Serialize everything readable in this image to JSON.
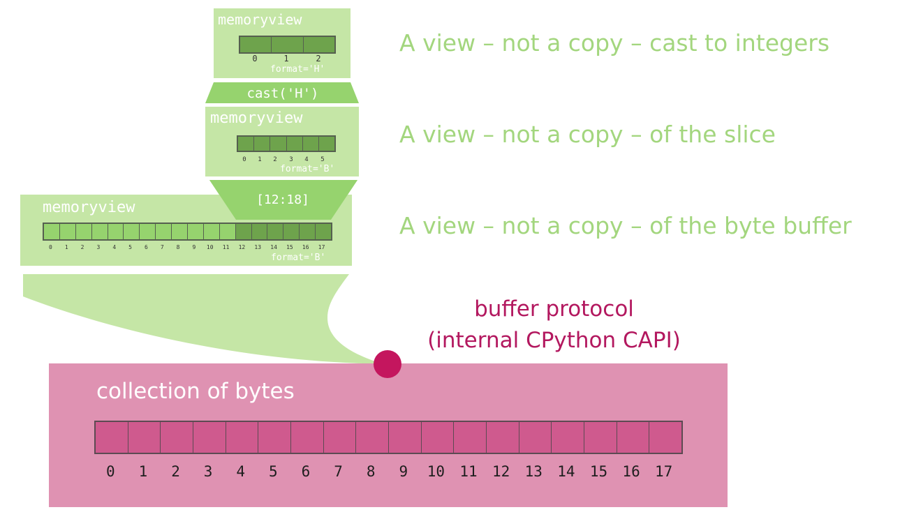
{
  "captions": {
    "cast": "A view – not a copy – cast to integers",
    "slice": "A view – not a copy – of the slice",
    "buffer": "A view – not a copy – of the byte buffer"
  },
  "operations": {
    "cast": "cast('H')",
    "slice": "[12:18]"
  },
  "views": {
    "cast_view": {
      "title": "memoryview",
      "format": "format='H'",
      "indices": [
        "0",
        "1",
        "2"
      ]
    },
    "slice_view": {
      "title": "memoryview",
      "format": "format='B'",
      "indices": [
        "0",
        "1",
        "2",
        "3",
        "4",
        "5"
      ]
    },
    "buffer_view": {
      "title": "memoryview",
      "format": "format='B'",
      "indices": [
        "0",
        "1",
        "2",
        "3",
        "4",
        "5",
        "6",
        "7",
        "8",
        "9",
        "10",
        "11",
        "12",
        "13",
        "14",
        "15",
        "16",
        "17"
      ],
      "highlighted_indices": [
        12,
        13,
        14,
        15,
        16,
        17
      ]
    }
  },
  "protocol": {
    "line1": "buffer protocol",
    "line2": "(internal CPython CAPI)"
  },
  "bytes": {
    "label": "collection of bytes",
    "indices": [
      "0",
      "1",
      "2",
      "3",
      "4",
      "5",
      "6",
      "7",
      "8",
      "9",
      "10",
      "11",
      "12",
      "13",
      "14",
      "15",
      "16",
      "17"
    ]
  },
  "colors": {
    "green_light": "#c5e6a6",
    "green_band": "#96d36e",
    "green_dark": "#6ea34c",
    "caption_green": "#a3d67e",
    "pink_box": "#df92b2",
    "pink_cell": "#cf5a8e",
    "magenta": "#b3185f"
  }
}
